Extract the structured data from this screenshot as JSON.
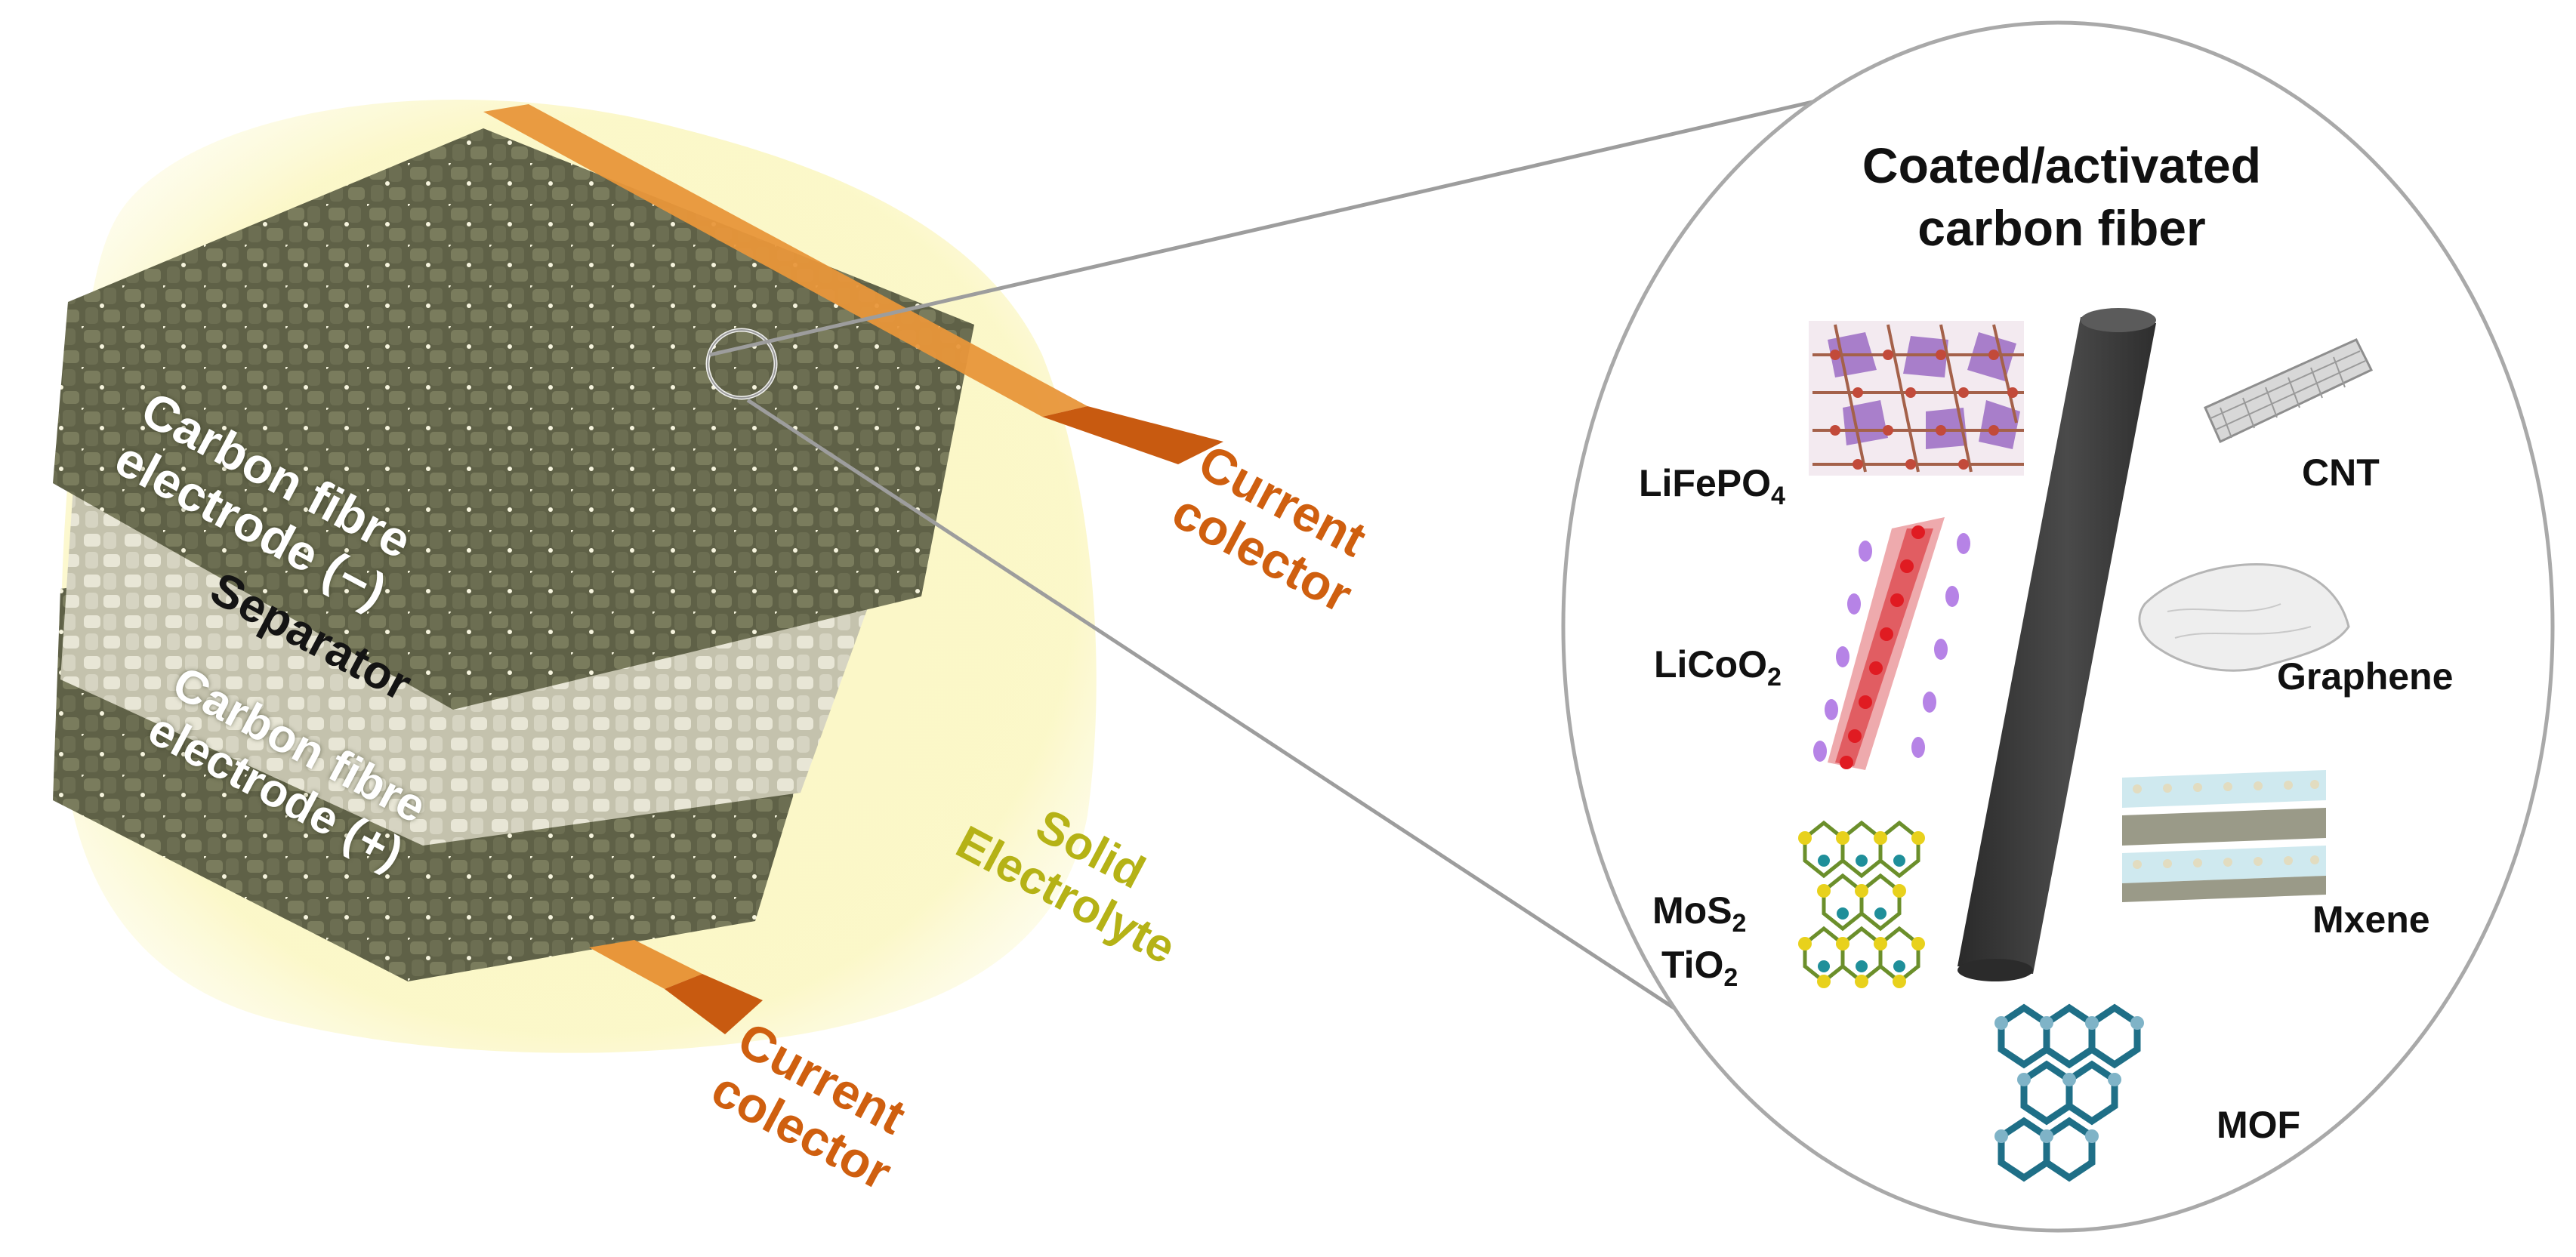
{
  "labels": {
    "electrode_neg": [
      "Carbon fibre",
      "electrode (−)"
    ],
    "separator": "Separator",
    "electrode_pos": [
      "Carbon fibre",
      "electrode (+)"
    ],
    "collector_top": [
      "Current",
      "colector"
    ],
    "collector_bottom": [
      "Current",
      "colector"
    ],
    "electrolyte": [
      "Solid",
      "Electrolyte"
    ]
  },
  "inset": {
    "title": [
      "Coated/activated",
      "carbon fiber"
    ],
    "materials": {
      "lifepo4": {
        "base": "LiFePO",
        "sub": "4"
      },
      "licoo2": {
        "base": "LiCoO",
        "sub": "2"
      },
      "mos2": {
        "base": "MoS",
        "sub": "2"
      },
      "tio2": {
        "base": "TiO",
        "sub": "2"
      },
      "cnt": "CNT",
      "graphene": "Graphene",
      "mxene": "Mxene",
      "mof": "MOF"
    }
  },
  "colors": {
    "electrolyte_glow": "#fbf7c6",
    "electrode_fabric": "#6f7153",
    "separator_fabric": "#d9d7c4",
    "current_collector": "#e38a2b",
    "collector_text": "#cf5f0f",
    "electrolyte_text": "#b5b216",
    "fiber": "#3a3a3a"
  }
}
